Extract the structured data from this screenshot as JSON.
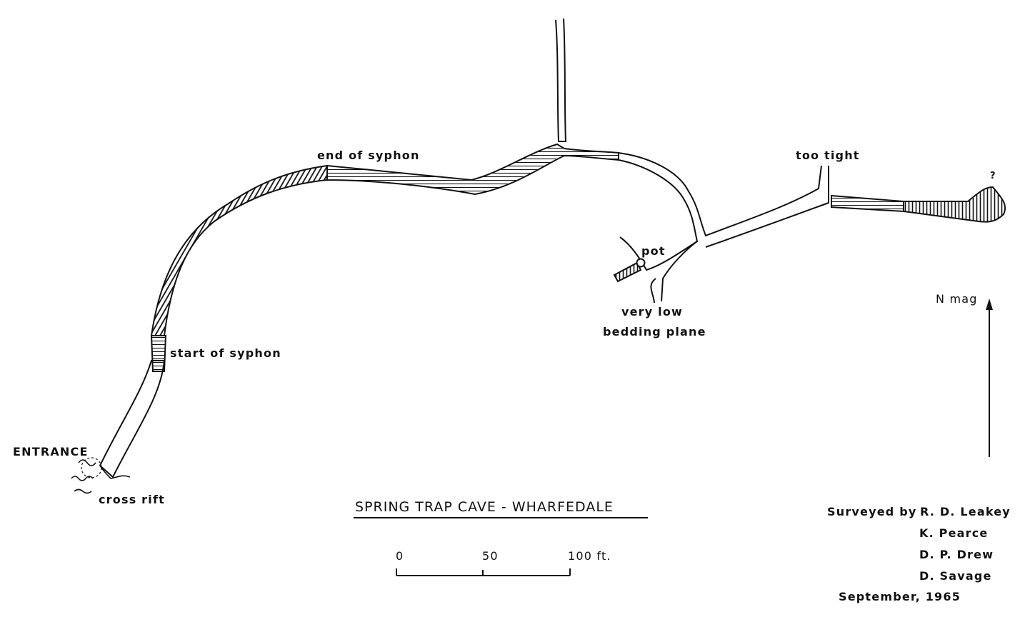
{
  "title": "SPRING TRAP CAVE - WHARFEDALE",
  "labels": {
    "entrance": "ENTRANCE",
    "cross_rift": "cross rift",
    "start_of_syphon": "start of syphon",
    "end_of_syphon": "end of syphon",
    "pot": "pot",
    "very_low": "very low",
    "bedding_plane": "bedding plane",
    "too_tight": "too tight",
    "question": "?"
  },
  "north": {
    "label": "N mag"
  },
  "scale_bar": {
    "tick_0": "0",
    "tick_50": "50",
    "tick_100": "100 ft.",
    "max_value": 100,
    "unit": "ft."
  },
  "credits": {
    "prefix": "Surveyed by",
    "surveyors": [
      "R. D. Leakey",
      "K. Pearce",
      "D. P. Drew",
      "D. Savage"
    ],
    "date": "September, 1965"
  },
  "colors": {
    "ink": "#111111",
    "paper": "#ffffff"
  }
}
